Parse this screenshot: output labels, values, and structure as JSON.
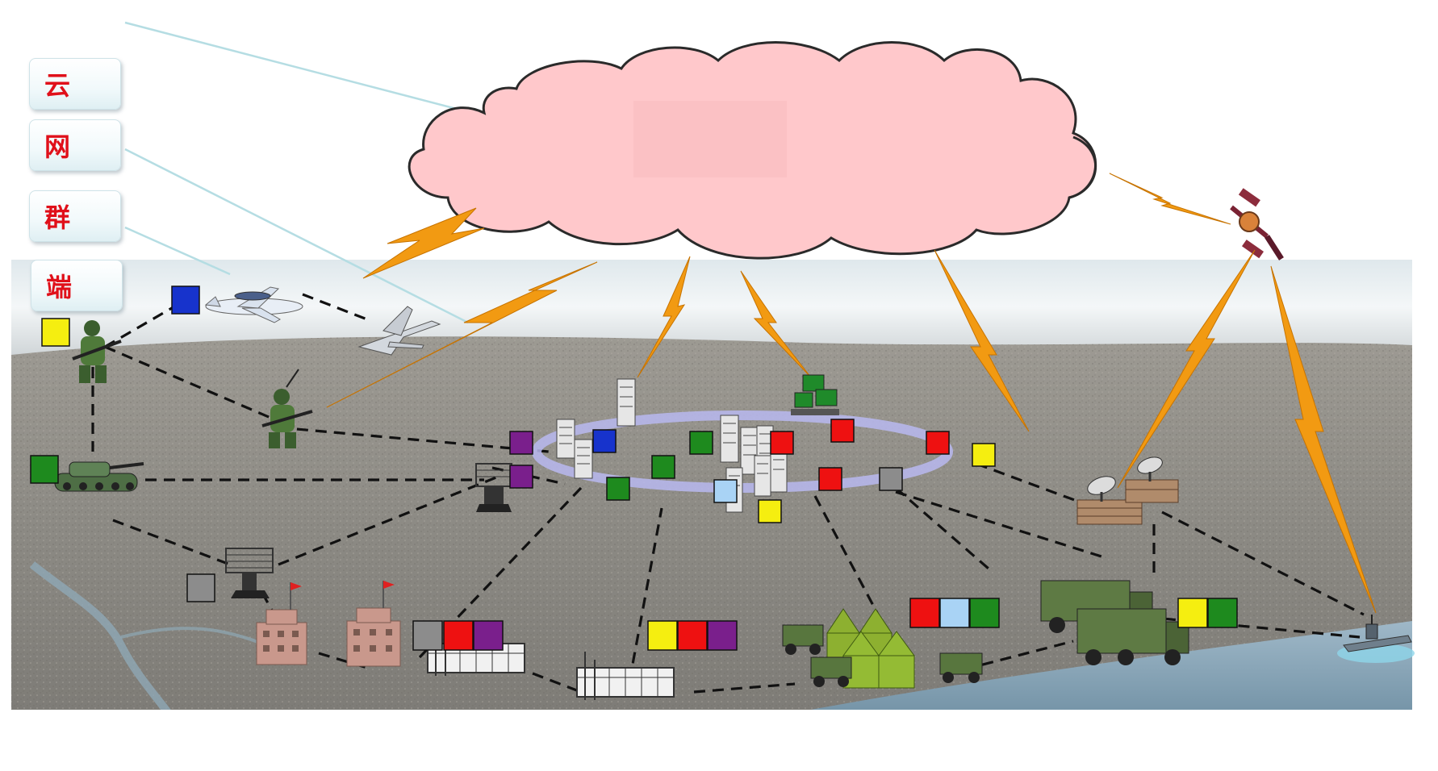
{
  "legend": {
    "cloud_label": "云",
    "network_label": "网",
    "cluster_label": "群",
    "terminal_label": "端"
  },
  "colors": {
    "cloud_fill": "#ffc8cb",
    "lightning": "#f29a12",
    "legend_text": "#e0101a",
    "ring": "#b9b9f0",
    "block_red": "#ee1111",
    "block_green": "#1e8a1e",
    "block_blue": "#1733cc",
    "block_yellow": "#f5ee10",
    "block_purple": "#7a1f8c",
    "block_gray": "#8c8c8c",
    "block_lightblue": "#a9d3f5"
  },
  "icons": {
    "cloud": "cloud-icon",
    "satellite": "satellite-icon",
    "awacs": "awacs-aircraft-icon",
    "fighter": "fighter-jet-icon",
    "soldier": "soldier-icon",
    "tank": "tank-icon",
    "radar": "radar-icon",
    "server": "server-rack-icon",
    "workstation": "computer-workstation-icon",
    "building": "headquarters-building-icon",
    "factory": "factory-icon",
    "tent": "tent-camp-icon",
    "truck": "military-truck-icon",
    "dish": "satellite-dish-icon",
    "ship": "aircraft-carrier-icon"
  }
}
